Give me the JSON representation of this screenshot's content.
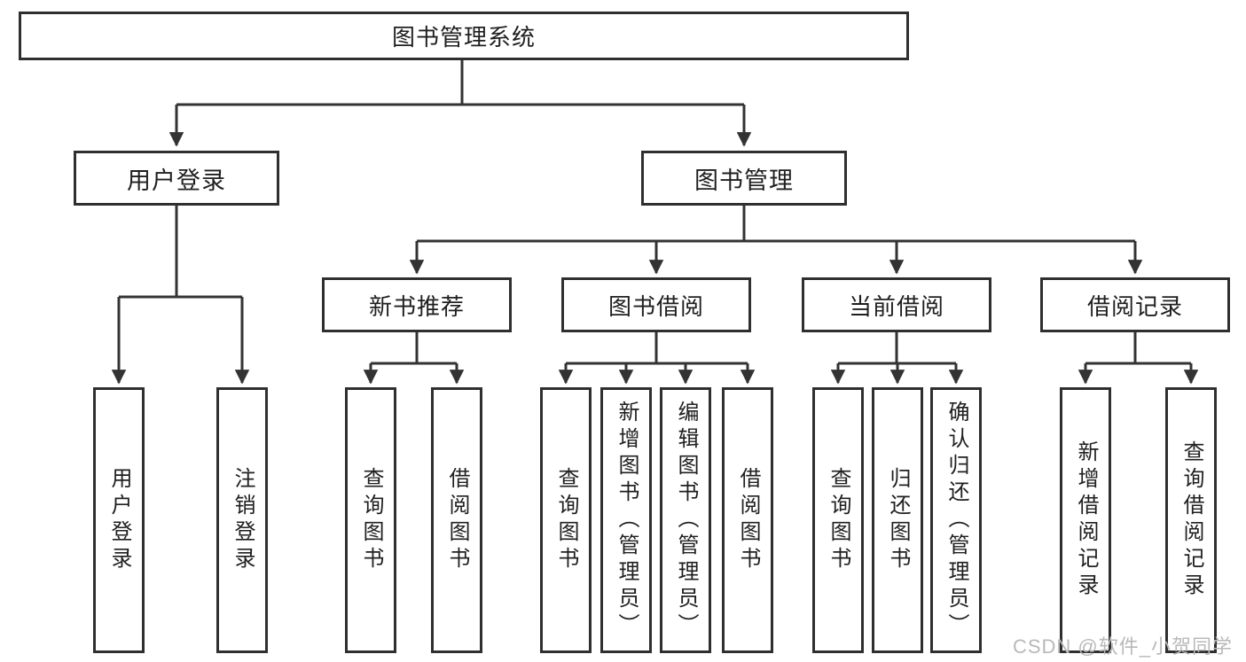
{
  "diagram": {
    "root": {
      "label": "图书管理系统"
    },
    "branches": {
      "user_login": {
        "label": "用户登录",
        "children": [
          {
            "label": "用户登录"
          },
          {
            "label": "注销登录"
          }
        ]
      },
      "book_management": {
        "label": "图书管理",
        "children": {
          "new_book_recommend": {
            "label": "新书推荐",
            "children": [
              {
                "label": "查询图书"
              },
              {
                "label": "借阅图书"
              }
            ]
          },
          "book_borrowing": {
            "label": "图书借阅",
            "children": [
              {
                "label": "查询图书"
              },
              {
                "label": "新增图书（管理员）"
              },
              {
                "label": "编辑图书（管理员）"
              },
              {
                "label": "借阅图书"
              }
            ]
          },
          "current_borrowing": {
            "label": "当前借阅",
            "children": [
              {
                "label": "查询图书"
              },
              {
                "label": "归还图书"
              },
              {
                "label": "确认归还（管理员）"
              }
            ]
          },
          "borrowing_records": {
            "label": "借阅记录",
            "children": [
              {
                "label": "新增借阅记录"
              },
              {
                "label": "查询借阅记录"
              }
            ]
          }
        }
      }
    }
  },
  "watermark": {
    "text": "CSDN @软件_小贺同学"
  },
  "colors": {
    "line": "#333333",
    "border": "#2f2f2f",
    "text": "#1f1f1f",
    "background": "#ffffff",
    "watermark": "#b9b9b9"
  }
}
